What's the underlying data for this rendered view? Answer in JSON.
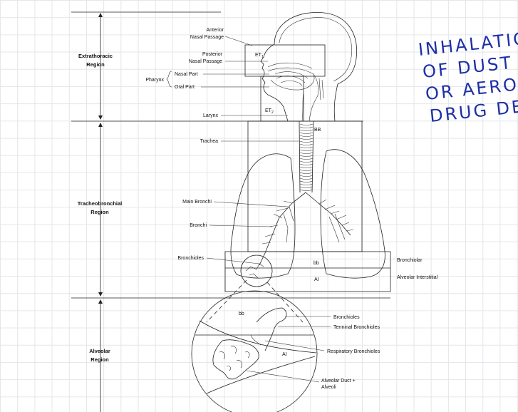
{
  "regions": {
    "extrathoracic": [
      "Extrathoracic",
      "Region"
    ],
    "tracheobronchial": [
      "Tracheobronchial",
      "Region"
    ],
    "alveolar": [
      "Alveolar",
      "Region"
    ]
  },
  "labels": {
    "anterior_nasal": [
      "Anterior",
      "Nasal Passage"
    ],
    "posterior_nasal": [
      "Posterior",
      "Nasal Passage"
    ],
    "pharynx": "Pharynx",
    "nasal_part": "Nasal Part",
    "oral_part": "Oral Part",
    "larynx": "Larynx",
    "trachea": "Trachea",
    "main_bronchi": "Main Bronchi",
    "bronchi": "Bronchi",
    "bronchioles": "Bronchioles",
    "et1": "ET",
    "et1_sub": "1",
    "et2": "ET",
    "et2_sub": "2",
    "bb_upper": "BB",
    "bb_lower": "bb",
    "ai_lower": "AI",
    "bronchiolar": "Bronchiolar",
    "alveolar_interstitial": "Alveolar Interstitial",
    "inset_bb": "bb",
    "inset_ai": "AI",
    "inset_bronchioles": "Bronchioles",
    "inset_terminal": "Terminal Bronchioles",
    "inset_respiratory": "Respiratory Bronchioles",
    "inset_alveolar_duct": [
      "Alveolar Duct +",
      "Alveoli"
    ]
  },
  "handwriting": [
    "INHALATIO",
    "OF DUST",
    "OR AERO",
    "DRUG DE"
  ]
}
